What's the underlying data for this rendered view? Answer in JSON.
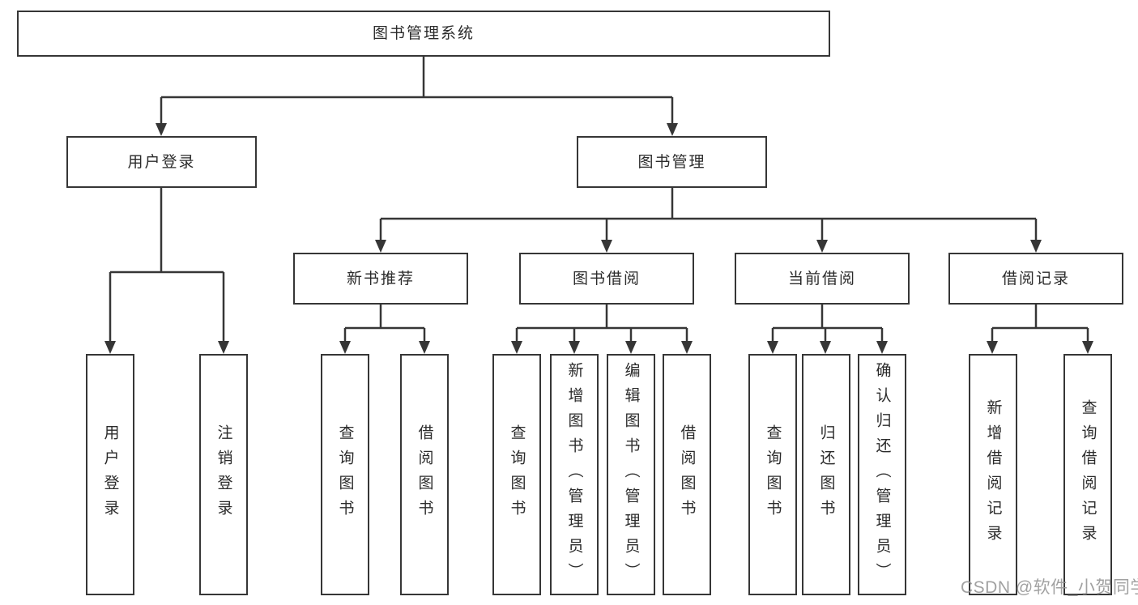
{
  "nodes": {
    "root": "图书管理系统",
    "level2": [
      "用户登录",
      "图书管理"
    ],
    "level3": [
      "新书推荐",
      "图书借阅",
      "当前借阅",
      "借阅记录"
    ],
    "leaves": [
      "用户登录",
      "注销登录",
      "查询图书",
      "借阅图书",
      "查询图书",
      "新增图书（管理员）",
      "编辑图书（管理员）",
      "借阅图书",
      "查询图书",
      "归还图书",
      "确认归还（管理员）",
      "新增借阅记录",
      "查询借阅记录"
    ]
  },
  "watermark": {
    "text": "CSDN @软件_小贺同学",
    "color": "#949494"
  },
  "colors": {
    "line": "#363636",
    "box_border": "#363636",
    "box_fill": "#ffffff",
    "text": "#2b2b2b",
    "background": "#ffffff"
  }
}
